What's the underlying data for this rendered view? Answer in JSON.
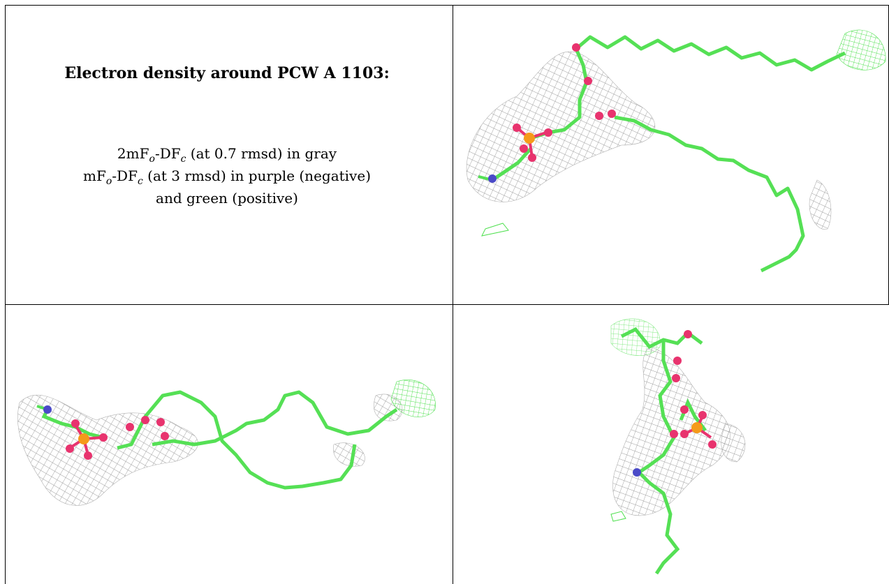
{
  "caption": {
    "title": "Electron density around PCW A 1103:",
    "line1_prefix": "2mF",
    "line1_sub1": "o",
    "line1_mid": "-DF",
    "line1_sub2": "c",
    "line1_suffix": " (at 0.7 rmsd) in gray",
    "line2_prefix": "mF",
    "line2_sub1": "o",
    "line2_mid": "-DF",
    "line2_sub2": "c",
    "line2_suffix": " (at 3 rmsd) in purple (negative)",
    "line3": "and green (positive)"
  },
  "colors": {
    "carbon": "#55e055",
    "oxygen": "#e8336e",
    "phosphorus": "#f59a1a",
    "nitrogen": "#4a4ac8",
    "mesh_gray": "#9a9a9a",
    "mesh_green": "#4ee04e"
  },
  "panels": [
    "view-top-right",
    "view-bottom-left",
    "view-bottom-right"
  ]
}
